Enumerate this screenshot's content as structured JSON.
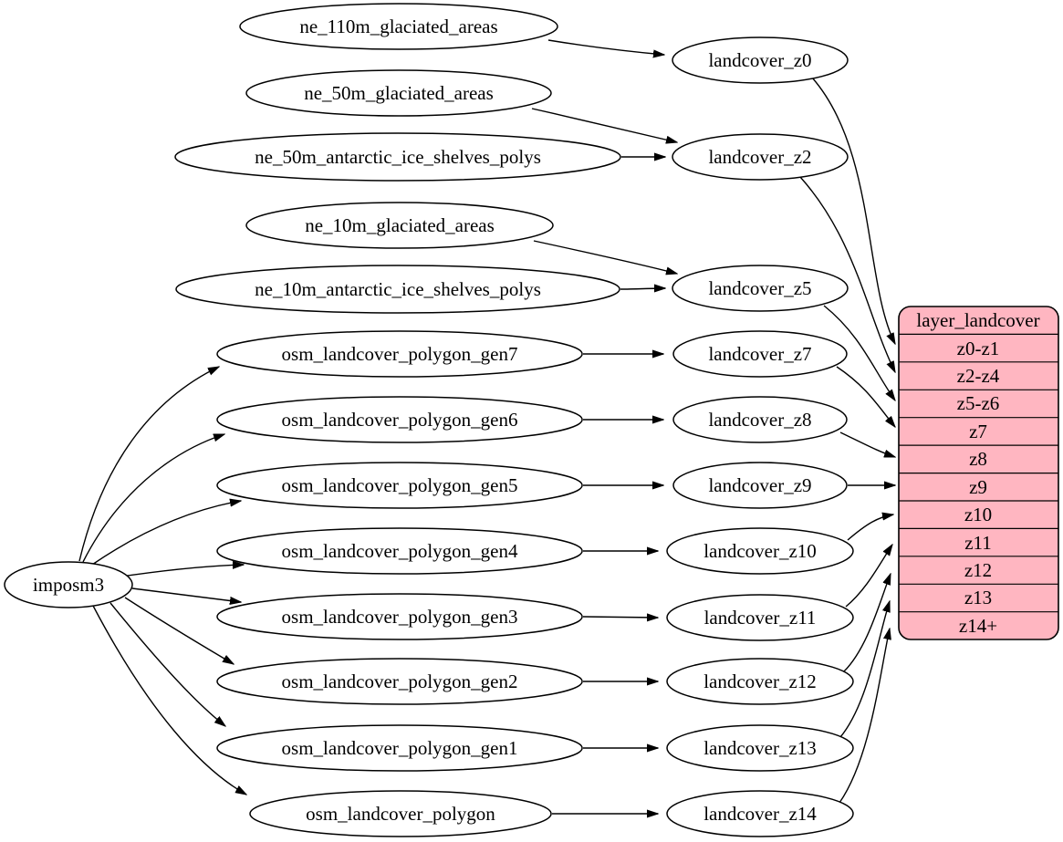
{
  "diagram_type": "dependency-graph",
  "colors": {
    "background": "#ffffff",
    "node_fill": "#ffffff",
    "node_stroke": "#000000",
    "edge": "#000000",
    "text": "#000000",
    "table_fill": "#ffb6c1"
  },
  "labels": {
    "imposm3": "imposm3",
    "ne_110m_glaciated_areas": "ne_110m_glaciated_areas",
    "ne_50m_glaciated_areas": "ne_50m_glaciated_areas",
    "ne_50m_antarctic_ice_shelves_polys": "ne_50m_antarctic_ice_shelves_polys",
    "ne_10m_glaciated_areas": "ne_10m_glaciated_areas",
    "ne_10m_antarctic_ice_shelves_polys": "ne_10m_antarctic_ice_shelves_polys",
    "osm_landcover_polygon_gen7": "osm_landcover_polygon_gen7",
    "osm_landcover_polygon_gen6": "osm_landcover_polygon_gen6",
    "osm_landcover_polygon_gen5": "osm_landcover_polygon_gen5",
    "osm_landcover_polygon_gen4": "osm_landcover_polygon_gen4",
    "osm_landcover_polygon_gen3": "osm_landcover_polygon_gen3",
    "osm_landcover_polygon_gen2": "osm_landcover_polygon_gen2",
    "osm_landcover_polygon_gen1": "osm_landcover_polygon_gen1",
    "osm_landcover_polygon": "osm_landcover_polygon",
    "landcover_z0": "landcover_z0",
    "landcover_z2": "landcover_z2",
    "landcover_z5": "landcover_z5",
    "landcover_z7": "landcover_z7",
    "landcover_z8": "landcover_z8",
    "landcover_z9": "landcover_z9",
    "landcover_z10": "landcover_z10",
    "landcover_z11": "landcover_z11",
    "landcover_z12": "landcover_z12",
    "landcover_z13": "landcover_z13",
    "landcover_z14": "landcover_z14"
  },
  "table": {
    "title": "layer_landcover",
    "rows": [
      "z0-z1",
      "z2-z4",
      "z5-z6",
      "z7",
      "z8",
      "z9",
      "z10",
      "z11",
      "z12",
      "z13",
      "z14+"
    ]
  },
  "edges": [
    {
      "from": "ne_110m_glaciated_areas",
      "to": "landcover_z0"
    },
    {
      "from": "ne_50m_glaciated_areas",
      "to": "landcover_z2"
    },
    {
      "from": "ne_50m_antarctic_ice_shelves_polys",
      "to": "landcover_z2"
    },
    {
      "from": "ne_10m_glaciated_areas",
      "to": "landcover_z5"
    },
    {
      "from": "ne_10m_antarctic_ice_shelves_polys",
      "to": "landcover_z5"
    },
    {
      "from": "imposm3",
      "to": "osm_landcover_polygon_gen7"
    },
    {
      "from": "imposm3",
      "to": "osm_landcover_polygon_gen6"
    },
    {
      "from": "imposm3",
      "to": "osm_landcover_polygon_gen5"
    },
    {
      "from": "imposm3",
      "to": "osm_landcover_polygon_gen4"
    },
    {
      "from": "imposm3",
      "to": "osm_landcover_polygon_gen3"
    },
    {
      "from": "imposm3",
      "to": "osm_landcover_polygon_gen2"
    },
    {
      "from": "imposm3",
      "to": "osm_landcover_polygon_gen1"
    },
    {
      "from": "imposm3",
      "to": "osm_landcover_polygon"
    },
    {
      "from": "osm_landcover_polygon_gen7",
      "to": "landcover_z7"
    },
    {
      "from": "osm_landcover_polygon_gen6",
      "to": "landcover_z8"
    },
    {
      "from": "osm_landcover_polygon_gen5",
      "to": "landcover_z9"
    },
    {
      "from": "osm_landcover_polygon_gen4",
      "to": "landcover_z10"
    },
    {
      "from": "osm_landcover_polygon_gen3",
      "to": "landcover_z11"
    },
    {
      "from": "osm_landcover_polygon_gen2",
      "to": "landcover_z12"
    },
    {
      "from": "osm_landcover_polygon_gen1",
      "to": "landcover_z13"
    },
    {
      "from": "osm_landcover_polygon",
      "to": "landcover_z14"
    },
    {
      "from": "landcover_z0",
      "to": "layer_landcover:z0-z1"
    },
    {
      "from": "landcover_z2",
      "to": "layer_landcover:z2-z4"
    },
    {
      "from": "landcover_z5",
      "to": "layer_landcover:z5-z6"
    },
    {
      "from": "landcover_z7",
      "to": "layer_landcover:z7"
    },
    {
      "from": "landcover_z8",
      "to": "layer_landcover:z8"
    },
    {
      "from": "landcover_z9",
      "to": "layer_landcover:z9"
    },
    {
      "from": "landcover_z10",
      "to": "layer_landcover:z10"
    },
    {
      "from": "landcover_z11",
      "to": "layer_landcover:z11"
    },
    {
      "from": "landcover_z12",
      "to": "layer_landcover:z12"
    },
    {
      "from": "landcover_z13",
      "to": "layer_landcover:z13"
    },
    {
      "from": "landcover_z14",
      "to": "layer_landcover:z14+"
    }
  ]
}
